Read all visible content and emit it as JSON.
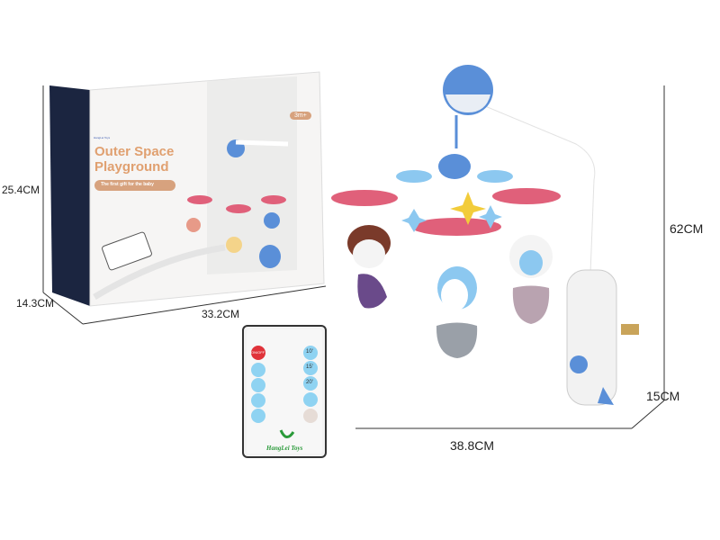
{
  "box": {
    "title_line1": "Outer Space",
    "title_line2": "Playground",
    "tagline": "The first gift for the baby",
    "age_badge": "3m+",
    "logo_text": "HangLei Toys"
  },
  "dimensions": {
    "box_height": "25.4CM",
    "box_depth": "14.3CM",
    "box_width": "33.2CM",
    "mobile_height": "62CM",
    "mobile_depth": "15CM",
    "mobile_width": "38.8CM"
  },
  "remote": {
    "buttons_left": [
      "ON/OFF",
      "light-icon",
      "moon-icon",
      "drop-icon",
      "sun-icon"
    ],
    "buttons_right": [
      "10'",
      "15'",
      "20'",
      "speaker-icon",
      "cycle-icon"
    ],
    "brand": "HangLei Toys",
    "colors": {
      "power": "#e0333a",
      "button": "#8fd3f2",
      "cycle": "#e6dcd6",
      "brand": "#2a9a3a"
    }
  },
  "colors": {
    "pink": "#e0607a",
    "blue": "#5a8fd8",
    "light_blue": "#8cc8f0",
    "title": "#e0a070"
  }
}
